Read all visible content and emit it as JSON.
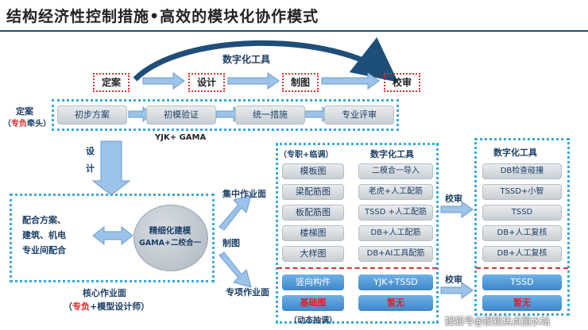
{
  "title": "结构经济性控制措施•高效的模块化协作模式",
  "top_flow": {
    "digital_tools": "数字化工具",
    "steps": [
      "定案",
      "设计",
      "制图",
      "校审"
    ]
  },
  "ding_an": {
    "label_main": "定案",
    "label_open": "（",
    "label_red": "专负",
    "label_close": "牵头）"
  },
  "phase_steps": [
    "初步方案",
    "初模验证",
    "统一措施",
    "专业评审"
  ],
  "yjk_gama": "YJK+ GAMA",
  "design_vertical": "设计",
  "core": {
    "left_text": [
      "配合方案、",
      "建筑、机电",
      "专业间配合"
    ],
    "circle_lines": [
      "精细化建模",
      "GAMA+二校合一"
    ],
    "caption_main": "核心作业面",
    "caption_open": "（",
    "caption_red": "专负",
    "caption_close": "+模型设计师）"
  },
  "mid_labels": {
    "concentrated": "集中作业面",
    "drawing": "制图",
    "special": "专项作业面"
  },
  "panel_drawing": {
    "header_left": "（专职+临调）",
    "header_right": "数字化工具",
    "rows": [
      {
        "item": "模板图",
        "tool": "二模合一导入"
      },
      {
        "item": "梁配筋图",
        "tool": "老虎+人工配筋"
      },
      {
        "item": "板配筋图",
        "tool": "TSSD +人工配筋"
      },
      {
        "item": "楼梯图",
        "tool": "DB+人工配筋"
      },
      {
        "item": "大样图",
        "tool": "DB+AI工具配筋"
      }
    ],
    "special_rows": [
      {
        "item": "竖向构件",
        "tool": "YJK+TSSD"
      },
      {
        "item": "基础图",
        "tool": "暂无"
      }
    ],
    "footer": "（动态抽调）"
  },
  "review_label_1": "校审",
  "review_label_2": "校审",
  "panel_review": {
    "header": "数字化工具",
    "rows": [
      "DB检查碰撞",
      "TSSD+小智",
      "TSSD",
      "DB+人工复核",
      "DB+人工复核"
    ],
    "special_rows": [
      "TSSD",
      "暂无"
    ]
  },
  "watermark": "搜狐号@搜狐焦点丽水站"
}
